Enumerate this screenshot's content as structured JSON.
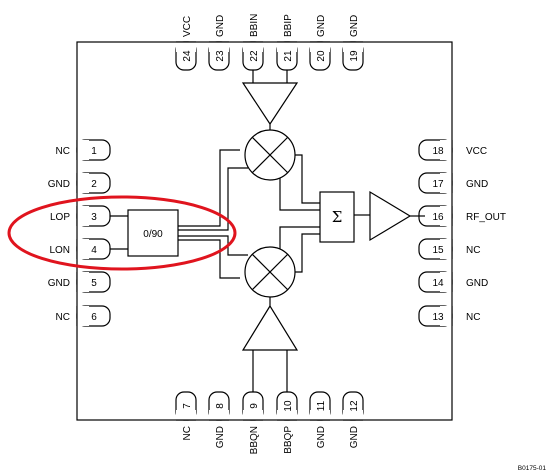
{
  "pins": {
    "top": [
      {
        "num": "24",
        "name": "VCC"
      },
      {
        "num": "23",
        "name": "GND"
      },
      {
        "num": "22",
        "name": "BBIN"
      },
      {
        "num": "21",
        "name": "BBIP"
      },
      {
        "num": "20",
        "name": "GND"
      },
      {
        "num": "19",
        "name": "GND"
      }
    ],
    "bottom": [
      {
        "num": "7",
        "name": "NC"
      },
      {
        "num": "8",
        "name": "GND"
      },
      {
        "num": "9",
        "name": "BBQN"
      },
      {
        "num": "10",
        "name": "BBQP"
      },
      {
        "num": "11",
        "name": "GND"
      },
      {
        "num": "12",
        "name": "GND"
      }
    ],
    "left": [
      {
        "num": "1",
        "name": "NC"
      },
      {
        "num": "2",
        "name": "GND"
      },
      {
        "num": "3",
        "name": "LOP"
      },
      {
        "num": "4",
        "name": "LON"
      },
      {
        "num": "5",
        "name": "GND"
      },
      {
        "num": "6",
        "name": "NC"
      }
    ],
    "right": [
      {
        "num": "18",
        "name": "VCC"
      },
      {
        "num": "17",
        "name": "GND"
      },
      {
        "num": "16",
        "name": "RF_OUT"
      },
      {
        "num": "15",
        "name": "NC"
      },
      {
        "num": "14",
        "name": "GND"
      },
      {
        "num": "13",
        "name": "NC"
      }
    ]
  },
  "blocks": {
    "phase_splitter": "0/90",
    "summer": "Σ"
  },
  "figure_ref": "B0175-01",
  "highlight_color": "#e0141e"
}
